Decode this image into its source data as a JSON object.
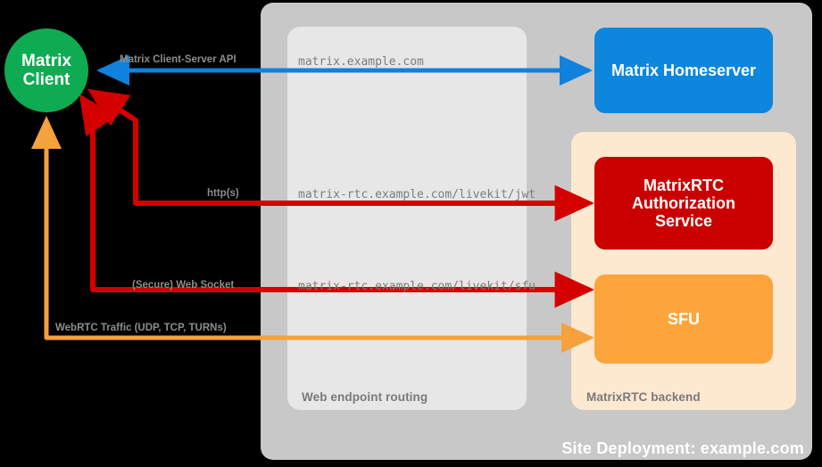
{
  "diagram": {
    "title": "Site Deployment: example.com",
    "colors": {
      "client_green": "#0fab52",
      "homeserver_blue": "#0d86dd",
      "auth_red": "#ca0000",
      "sfu_orange": "#fba53c",
      "site_panel_grey": "#c8c8c8",
      "web_panel_grey": "#e7e7e7",
      "rtc_panel_peach": "#fde8d0",
      "label_grey": "#7a7a7a",
      "webrtc_arrow_orange": "#f5a13c",
      "arrow_red": "#d40000",
      "arrow_blue": "#1081dd"
    }
  },
  "nodes": {
    "client": "Matrix\nClient",
    "client_line1": "Matrix",
    "client_line2": "Client",
    "homeserver": "Matrix Homeserver",
    "auth_service_line1": "MatrixRTC",
    "auth_service_line2": "Authorization",
    "auth_service_line3": "Service",
    "sfu": "SFU"
  },
  "panels": {
    "web_routing_label": "Web endpoint routing",
    "rtc_backend_label": "MatrixRTC backend",
    "site_label": "Site Deployment: example.com"
  },
  "endpoints": [
    {
      "url": "matrix.example.com"
    },
    {
      "url": "matrix-rtc.example.com/livekit/jwt"
    },
    {
      "url": "matrix-rtc.example.com/livekit/sfu"
    }
  ],
  "flows": [
    {
      "label": "Matrix Client-Server API",
      "color": "#1081dd"
    },
    {
      "label": "http(s)",
      "color": "#d40000"
    },
    {
      "label": "(Secure) Web Socket",
      "color": "#d40000"
    },
    {
      "label": "WebRTC Traffic (UDP, TCP, TURNs)",
      "color": "#f5a13c"
    }
  ]
}
